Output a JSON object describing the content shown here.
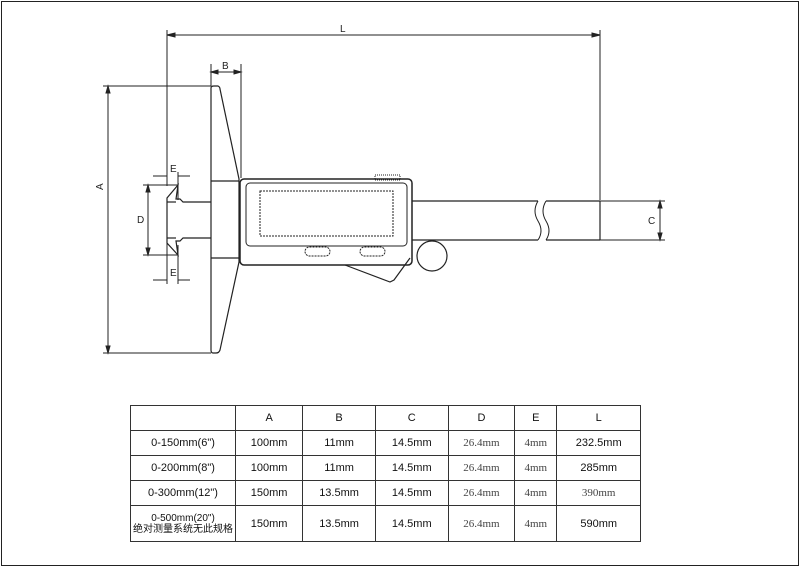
{
  "drawing": {
    "labels": {
      "L": "L",
      "B": "B",
      "A": "A",
      "C": "C",
      "D": "D",
      "E_top": "E",
      "E_bottom": "E"
    }
  },
  "table": {
    "headers": [
      "",
      "A",
      "B",
      "C",
      "D",
      "E",
      "L"
    ],
    "rows": [
      {
        "model": "0-150mm(6\")",
        "note": "",
        "A": "100mm",
        "B": "11mm",
        "C": "14.5mm",
        "D": "26.4mm",
        "E": "4mm",
        "L": "232.5mm"
      },
      {
        "model": "0-200mm(8\")",
        "note": "",
        "A": "100mm",
        "B": "11mm",
        "C": "14.5mm",
        "D": "26.4mm",
        "E": "4mm",
        "L": "285mm"
      },
      {
        "model": "0-300mm(12\")",
        "note": "",
        "A": "150mm",
        "B": "13.5mm",
        "C": "14.5mm",
        "D": "26.4mm",
        "E": "4mm",
        "L": "390mm"
      },
      {
        "model": "0-500mm(20\")",
        "note": "绝对测量系统无此规格",
        "A": "150mm",
        "B": "13.5mm",
        "C": "14.5mm",
        "D": "26.4mm",
        "E": "4mm",
        "L": "590mm"
      }
    ]
  }
}
